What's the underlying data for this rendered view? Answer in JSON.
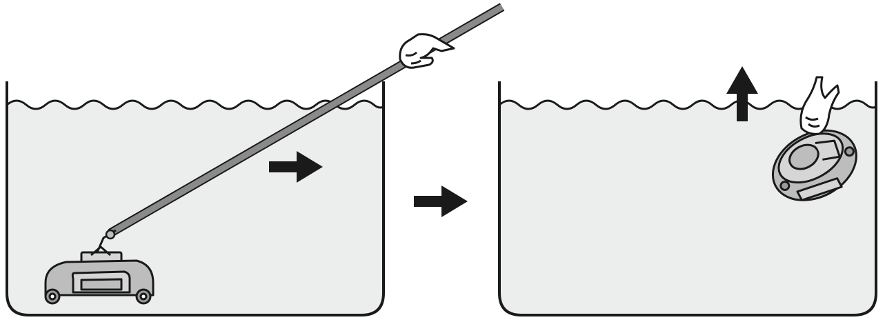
{
  "figure": {
    "panels": [
      {
        "name": "left-pool",
        "objects": [
          "water-surface",
          "telescopic-pole-icon",
          "hand-icon",
          "robot-cleaner-icon",
          "right-arrow-icon"
        ]
      },
      {
        "name": "right-pool",
        "objects": [
          "water-surface",
          "robot-cleaner-icon",
          "hand-icon",
          "up-arrow-icon"
        ]
      }
    ],
    "between_panels_icon": "right-arrow-icon",
    "colors": {
      "outline": "#1a1a1a",
      "water": "#eceeed",
      "pole": "#8a8a8a",
      "robot_body": "#bdbdbd",
      "robot_top": "#d6d6d6",
      "arrow": "#1a1a1a"
    }
  }
}
